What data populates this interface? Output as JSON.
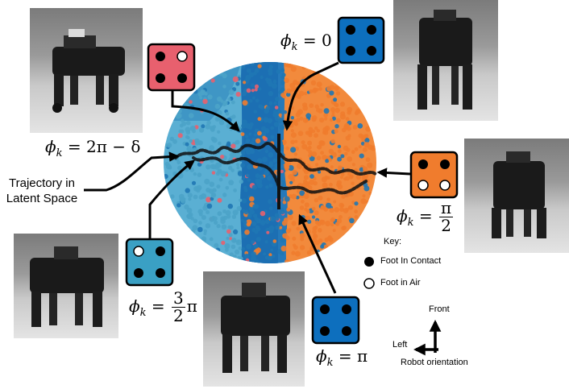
{
  "phase_labels": {
    "phi_0": {
      "lhs": "ϕ",
      "sub": "k",
      "rhs": "= 0"
    },
    "phi_2pi": {
      "lhs": "ϕ",
      "sub": "k",
      "rhs": "= 2π − δ"
    },
    "phi_half_pi": {
      "lhs": "ϕ",
      "sub": "k",
      "num": "π",
      "den": "2"
    },
    "phi_three_half_pi": {
      "lhs": "ϕ",
      "sub": "k",
      "num": "3",
      "den": "2",
      "tail": "π"
    },
    "phi_pi": {
      "lhs": "ϕ",
      "sub": "k",
      "rhs": "= π"
    }
  },
  "trajectory_label": {
    "line1": "Trajectory in",
    "line2": "Latent Space"
  },
  "key": {
    "title": "Key:",
    "contact": "Foot In Contact",
    "air": "Foot in Air"
  },
  "orientation": {
    "front": "Front",
    "left": "Left",
    "caption": "Robot orientation"
  },
  "colors": {
    "phase_0": "#0d6fbe",
    "phase_half_pi": "#f07c2d",
    "phase_pi": "#0d6fbe",
    "phase_three_half_pi": "#3aa0c4",
    "phase_2pi": "#e8606e",
    "cloud_blue": "#1f77b4",
    "cloud_orange": "#f07c2d",
    "cloud_teal": "#4ba3c8",
    "cloud_pink": "#e8606e"
  },
  "foot_boxes": [
    {
      "id": "phase-0",
      "feet": [
        "contact",
        "contact",
        "contact",
        "contact"
      ]
    },
    {
      "id": "phase-2pi",
      "feet": [
        "contact",
        "air",
        "contact",
        "contact"
      ]
    },
    {
      "id": "phase-half-pi",
      "feet": [
        "contact",
        "contact",
        "air",
        "air"
      ]
    },
    {
      "id": "phase-three-half-pi",
      "feet": [
        "air",
        "contact",
        "contact",
        "contact"
      ]
    },
    {
      "id": "phase-pi",
      "feet": [
        "contact",
        "contact",
        "contact",
        "contact"
      ]
    }
  ]
}
